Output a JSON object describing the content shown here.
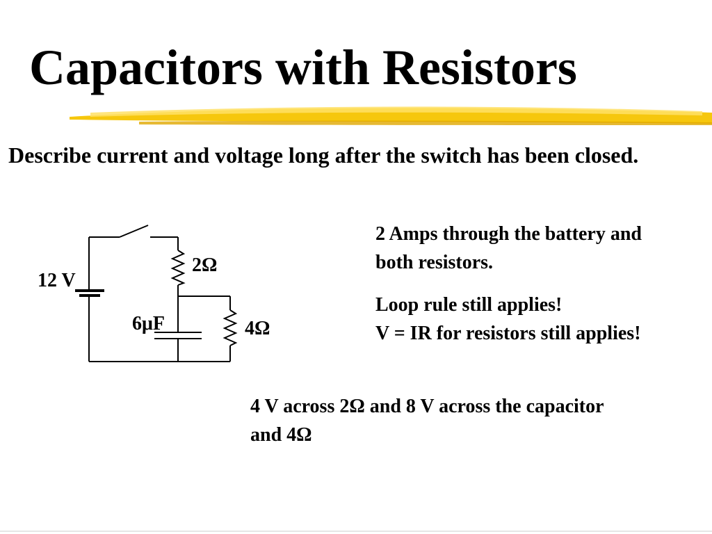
{
  "slide": {
    "title": "Capacitors with Resistors",
    "question": "Describe current and voltage long after the switch has been closed.",
    "accent_color": "#f2c300"
  },
  "circuit": {
    "battery_label": "12 V",
    "resistor_top_label": "2Ω",
    "resistor_right_label": "4Ω",
    "capacitor_label": "6μF"
  },
  "answers": {
    "current": "2 Amps through the battery and both resistors.",
    "loop_rule": "Loop rule still applies!",
    "ohms_law": "V = IR for resistors still applies!",
    "voltage_split": "4 V across 2Ω and 8 V across the capacitor and 4Ω"
  }
}
